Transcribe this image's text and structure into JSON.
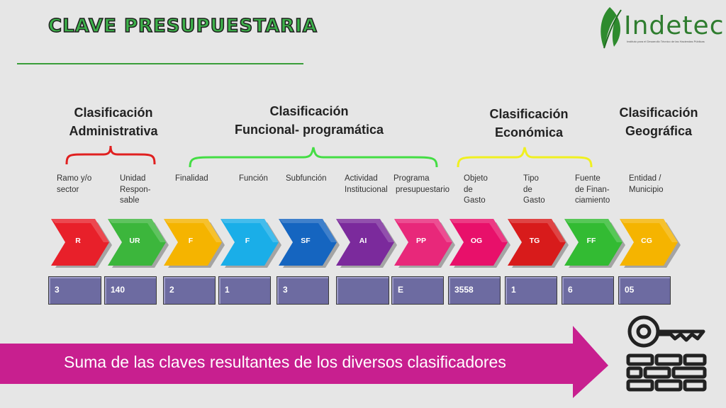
{
  "title": "CLAVE PRESUPUESTARIA",
  "logo": {
    "name": "Indetec",
    "tagline": "Instituto para el Desarrollo Técnico de las Haciendas Públicas"
  },
  "groups": [
    {
      "line1": "Clasificación",
      "line2": "Administrativa",
      "color": "#e02020"
    },
    {
      "line1": "Clasificación",
      "line2": "Funcional- programática",
      "color": "#44dd44"
    },
    {
      "line1": "Clasificación",
      "line2": "Económica",
      "color": "#f0f020"
    },
    {
      "line1": "Clasificación",
      "line2": "Geográfica",
      "color": ""
    }
  ],
  "subitems": [
    {
      "l1": "Ramo y/o",
      "l2": "sector",
      "l3": ""
    },
    {
      "l1": "Unidad",
      "l2": "Respon-",
      "l3": "sable"
    },
    {
      "l1": "Finalidad",
      "l2": "",
      "l3": ""
    },
    {
      "l1": "Función",
      "l2": "",
      "l3": ""
    },
    {
      "l1": "Subfunción",
      "l2": "",
      "l3": ""
    },
    {
      "l1": "Actividad",
      "l2": "Institucional",
      "l3": ""
    },
    {
      "l1": "Programa",
      "l2": "presupuestario",
      "l3": ""
    },
    {
      "l1": "Objeto",
      "l2": "de",
      "l3": "Gasto"
    },
    {
      "l1": "Tipo",
      "l2": "de",
      "l3": "Gasto"
    },
    {
      "l1": "Fuente",
      "l2": "de Finan-",
      "l3": "ciamiento"
    },
    {
      "l1": "Entidad /",
      "l2": "Municipio",
      "l3": ""
    }
  ],
  "chevrons": [
    {
      "code": "R",
      "color": "#e8202a"
    },
    {
      "code": "UR",
      "color": "#3cb63c"
    },
    {
      "code": "F",
      "color": "#f5b400"
    },
    {
      "code": "F",
      "color": "#1aaee8"
    },
    {
      "code": "SF",
      "color": "#1565c0"
    },
    {
      "code": "AI",
      "color": "#7b2a9c"
    },
    {
      "code": "PP",
      "color": "#e8287a"
    },
    {
      "code": "OG",
      "color": "#e8106a"
    },
    {
      "code": "TG",
      "color": "#d81b1b"
    },
    {
      "code": "FF",
      "color": "#33bb33"
    },
    {
      "code": "CG",
      "color": "#f5b400"
    }
  ],
  "values": [
    "3",
    "140",
    "2",
    "1",
    "3",
    "",
    "E",
    "3558",
    "1",
    "6",
    "05"
  ],
  "summary": "Suma de las claves resultantes de los diversos clasificadores",
  "summary_color": "#c81f8f",
  "icon": "key-and-wall-icon"
}
